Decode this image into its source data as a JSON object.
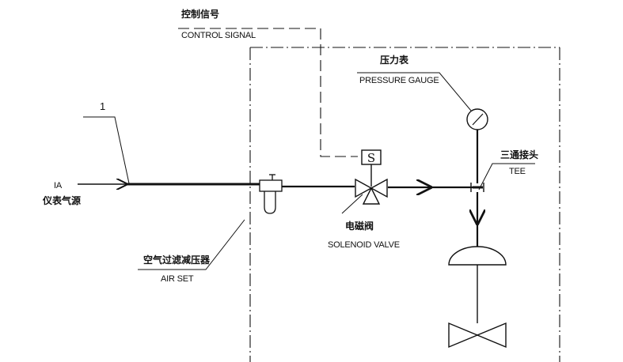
{
  "labels": {
    "control_signal_cn": "控制信号",
    "control_signal_en": "CONTROL SIGNAL",
    "pressure_gauge_cn": "压力表",
    "pressure_gauge_en": "PRESSURE GAUGE",
    "tee_cn": "三通接头",
    "tee_en": "TEE",
    "ia_en": "IA",
    "ia_cn": "仪表气源",
    "solenoid_cn": "电磁阀",
    "solenoid_en": "SOLENOID VALVE",
    "airset_cn": "空气过滤减压器",
    "airset_en": "AIR SET",
    "callout_number": "1",
    "solenoid_letter": "S"
  },
  "colors": {
    "line": "#111111",
    "background": "#ffffff"
  }
}
